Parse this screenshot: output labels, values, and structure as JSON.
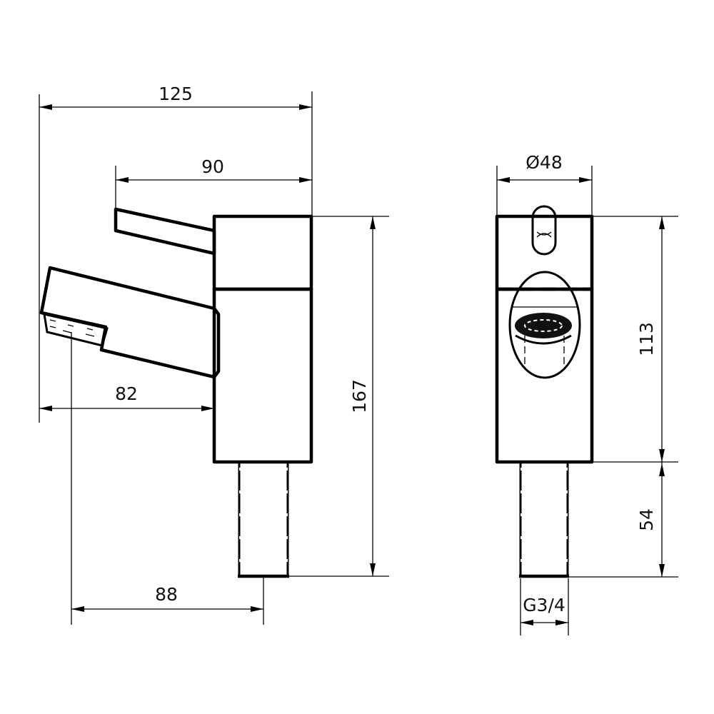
{
  "drawing": {
    "subject": "basin tap technical drawing",
    "views": [
      {
        "name": "side-view"
      },
      {
        "name": "front-view"
      }
    ]
  },
  "dimensions": {
    "overall_width": "125",
    "body_to_lever_tip": "90",
    "spout_projection": "82",
    "spout_to_shank_center": "88",
    "overall_height": "167",
    "body_diameter": "Ø48",
    "body_height": "113",
    "shank_length": "54",
    "shank_thread": "G3/4"
  },
  "colors": {
    "line": "#000000",
    "background": "#ffffff"
  }
}
